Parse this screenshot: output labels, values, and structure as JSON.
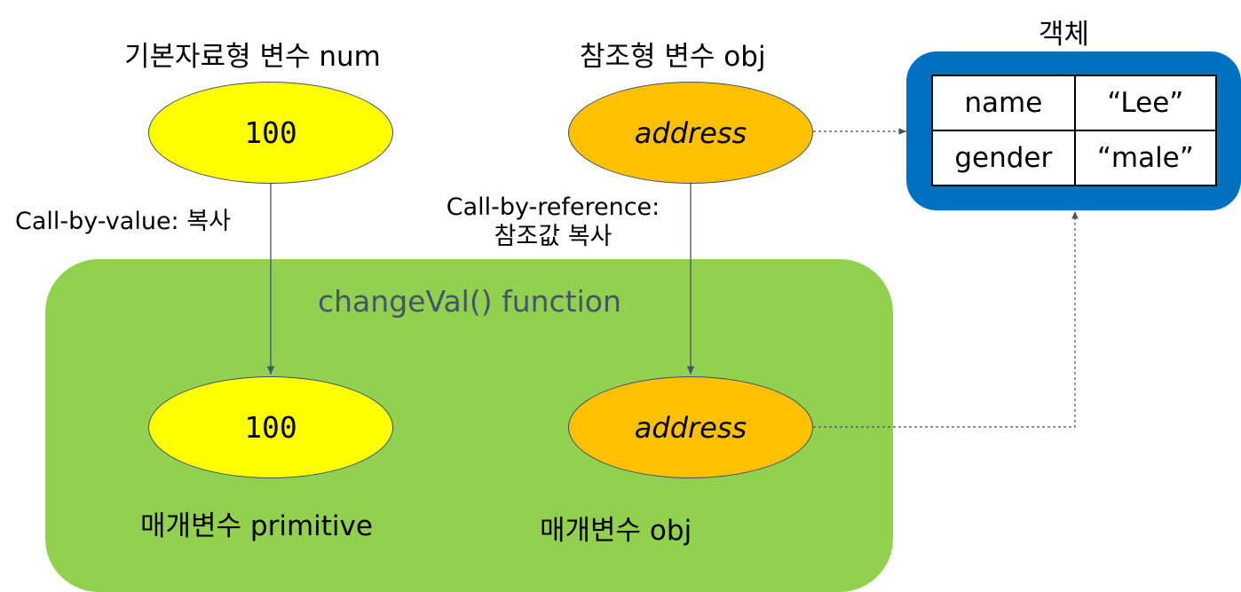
{
  "labels": {
    "primitive_var_title": "기본자료형 변수 num",
    "reference_var_title": "참조형 변수 obj",
    "object_title": "객체",
    "call_by_value": "Call-by-value: 복사",
    "call_by_reference_line1": "Call-by-reference:",
    "call_by_reference_line2": "참조값 복사",
    "function_name": "changeVal() function",
    "param_primitive": "매개변수 primitive",
    "param_obj": "매개변수 obj"
  },
  "nodes": {
    "num_value": "100",
    "obj_value": "address",
    "param_primitive_value": "100",
    "param_obj_value": "address"
  },
  "object": {
    "rows": [
      {
        "key": "name",
        "value": "“Lee”"
      },
      {
        "key": "gender",
        "value": "“male”"
      }
    ]
  },
  "colors": {
    "primitive_fill": "#ffff00",
    "reference_fill": "#ffc000",
    "function_fill": "#92d050",
    "object_fill": "#0070c0",
    "connector": "#44546a"
  }
}
